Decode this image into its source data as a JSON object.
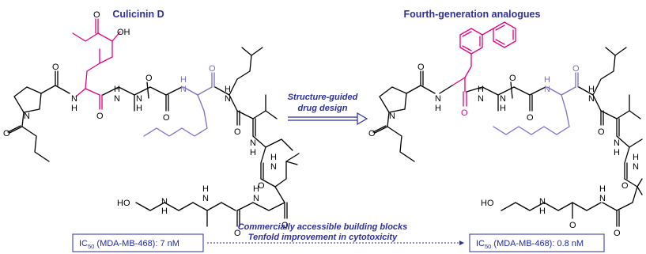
{
  "left_molecule": {
    "title": "Culicinin D"
  },
  "right_molecule": {
    "title": "Fourth-generation analogues"
  },
  "center_arrow": {
    "line1": "Structure-guided",
    "line2": "drug design"
  },
  "bottom_note": {
    "line1": "Commercially accessible building blocks",
    "line2": "Tenfold improvement in cytotoxicity"
  },
  "left_ic50": {
    "prefix": "IC",
    "subscript": "50",
    "rest": " (MDA-MB-468): 7 nM"
  },
  "right_ic50": {
    "prefix": "IC",
    "subscript": "50",
    "rest": " (MDA-MB-468): 0.8 nM"
  },
  "atoms": {
    "O": "O",
    "OH": "OH",
    "N": "N",
    "H": "H",
    "HO": "HO"
  },
  "colors": {
    "magenta": "#e6007e",
    "lavender": "#7a6fc4",
    "navy": "#2d2f9c",
    "black": "#000000"
  }
}
